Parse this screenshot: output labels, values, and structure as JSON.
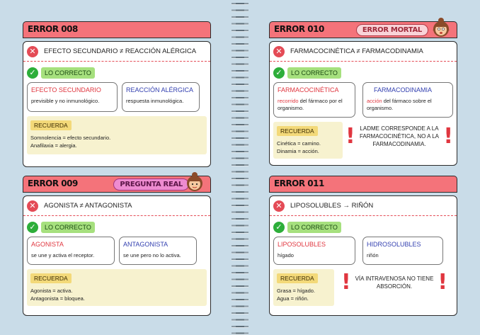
{
  "cards": {
    "e008": {
      "tab": "ERROR 008",
      "error": "EFECTO SECUNDARIO ≠ REACCIÓN ALÉRGICA",
      "ok_label": "LO CORRECTO",
      "left_title": "EFECTO SECUNDARIO",
      "left_desc": "previsible y no inmunológico.",
      "right_title": "REACCIÓN ALÉRGICA",
      "right_desc": "respuesta inmunológica.",
      "recuerda_label": "RECUERDA",
      "rec_line1": "Somnolencia = efecto secundario.",
      "rec_line2": "Anafilaxia = alergia."
    },
    "e009": {
      "tab": "ERROR 009",
      "badge": "PREGUNTA REAL",
      "error": "AGONISTA ≠ ANTAGONISTA",
      "ok_label": "LO CORRECTO",
      "left_title": "AGONISTA",
      "left_desc": "se une y activa el receptor.",
      "right_title": "ANTAGONISTA",
      "right_desc": "se une pero no lo activa.",
      "recuerda_label": "RECUERDA",
      "rec_line1": "Agonista = activa.",
      "rec_line2": "Antagonista = bloquea."
    },
    "e010": {
      "tab": "ERROR 010",
      "badge": "ERROR MORTAL",
      "error": "FARMACOCINÉTICA ≠ FARMACODINAMIA",
      "ok_label": "LO CORRECTO",
      "left_title": "FARMACOCINÉTICA",
      "left_hl": "recorrido",
      "left_desc": " del fármaco por el organismo.",
      "right_title": "FARMACODINAMIA",
      "right_hl": "acción",
      "right_desc": " del fármaco sobre el organismo.",
      "recuerda_label": "RECUERDA",
      "rec_line1": "Cinética = camino.",
      "rec_line2": "Dinamia = acción.",
      "warn": "LADME CORRESPONDE A LA FARMACOCINÉTICA, NO A LA FARMACODINAMIA."
    },
    "e011": {
      "tab": "ERROR 011",
      "error": "LIPOSOLUBLES → RIÑÓN",
      "ok_label": "LO CORRECTO",
      "left_title": "LIPOSOLUBLES",
      "left_desc": "hígado",
      "right_title": "HIDROSOLUBLES",
      "right_desc": "riñón",
      "recuerda_label": "RECUERDA",
      "rec_line1": "Grasa = hígado.",
      "rec_line2": "Agua = riñón.",
      "warn": "VÍA INTRAVENOSA NO TIENE ABSORCIÓN."
    }
  },
  "icons": {
    "error": "x-circle-icon",
    "correct": "check-circle-icon",
    "alert": "exclamation-icon"
  },
  "colors": {
    "tab": "#f4737a",
    "error": "#e44b56",
    "correct": "#2dae3a",
    "recuerda_bg": "#f7f2cf",
    "background": "#c9dce8"
  }
}
